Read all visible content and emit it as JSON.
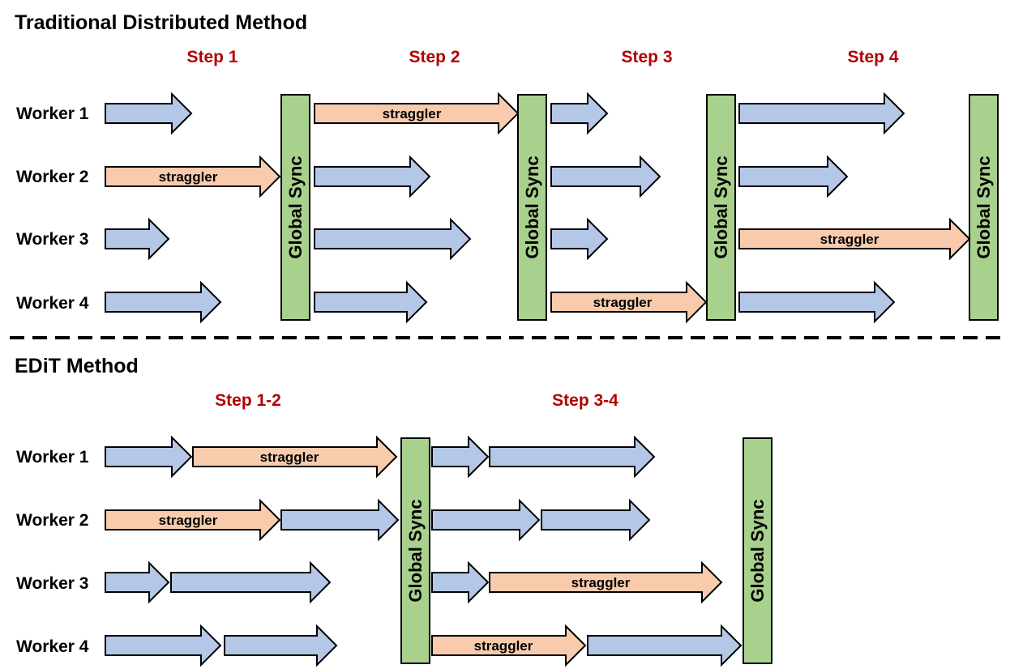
{
  "colors": {
    "normal_fill": "#b4c7e7",
    "straggler_fill": "#f8cbad",
    "sync_fill": "#a9d18e",
    "step_text": "#b20000",
    "stroke": "#000000"
  },
  "sections": [
    {
      "title": "Traditional Distributed Method",
      "steps": [
        "Step 1",
        "Step 2",
        "Step 3",
        "Step 4"
      ],
      "workers": [
        "Worker 1",
        "Worker 2",
        "Worker 3",
        "Worker 4"
      ],
      "sync_label": "Global Sync",
      "straggler_label": "straggler"
    },
    {
      "title": "EDiT Method",
      "steps": [
        "Step 1-2",
        "Step 3-4"
      ],
      "workers": [
        "Worker 1",
        "Worker 2",
        "Worker 3",
        "Worker 4"
      ],
      "sync_label": "Global Sync",
      "straggler_label": "straggler"
    }
  ]
}
